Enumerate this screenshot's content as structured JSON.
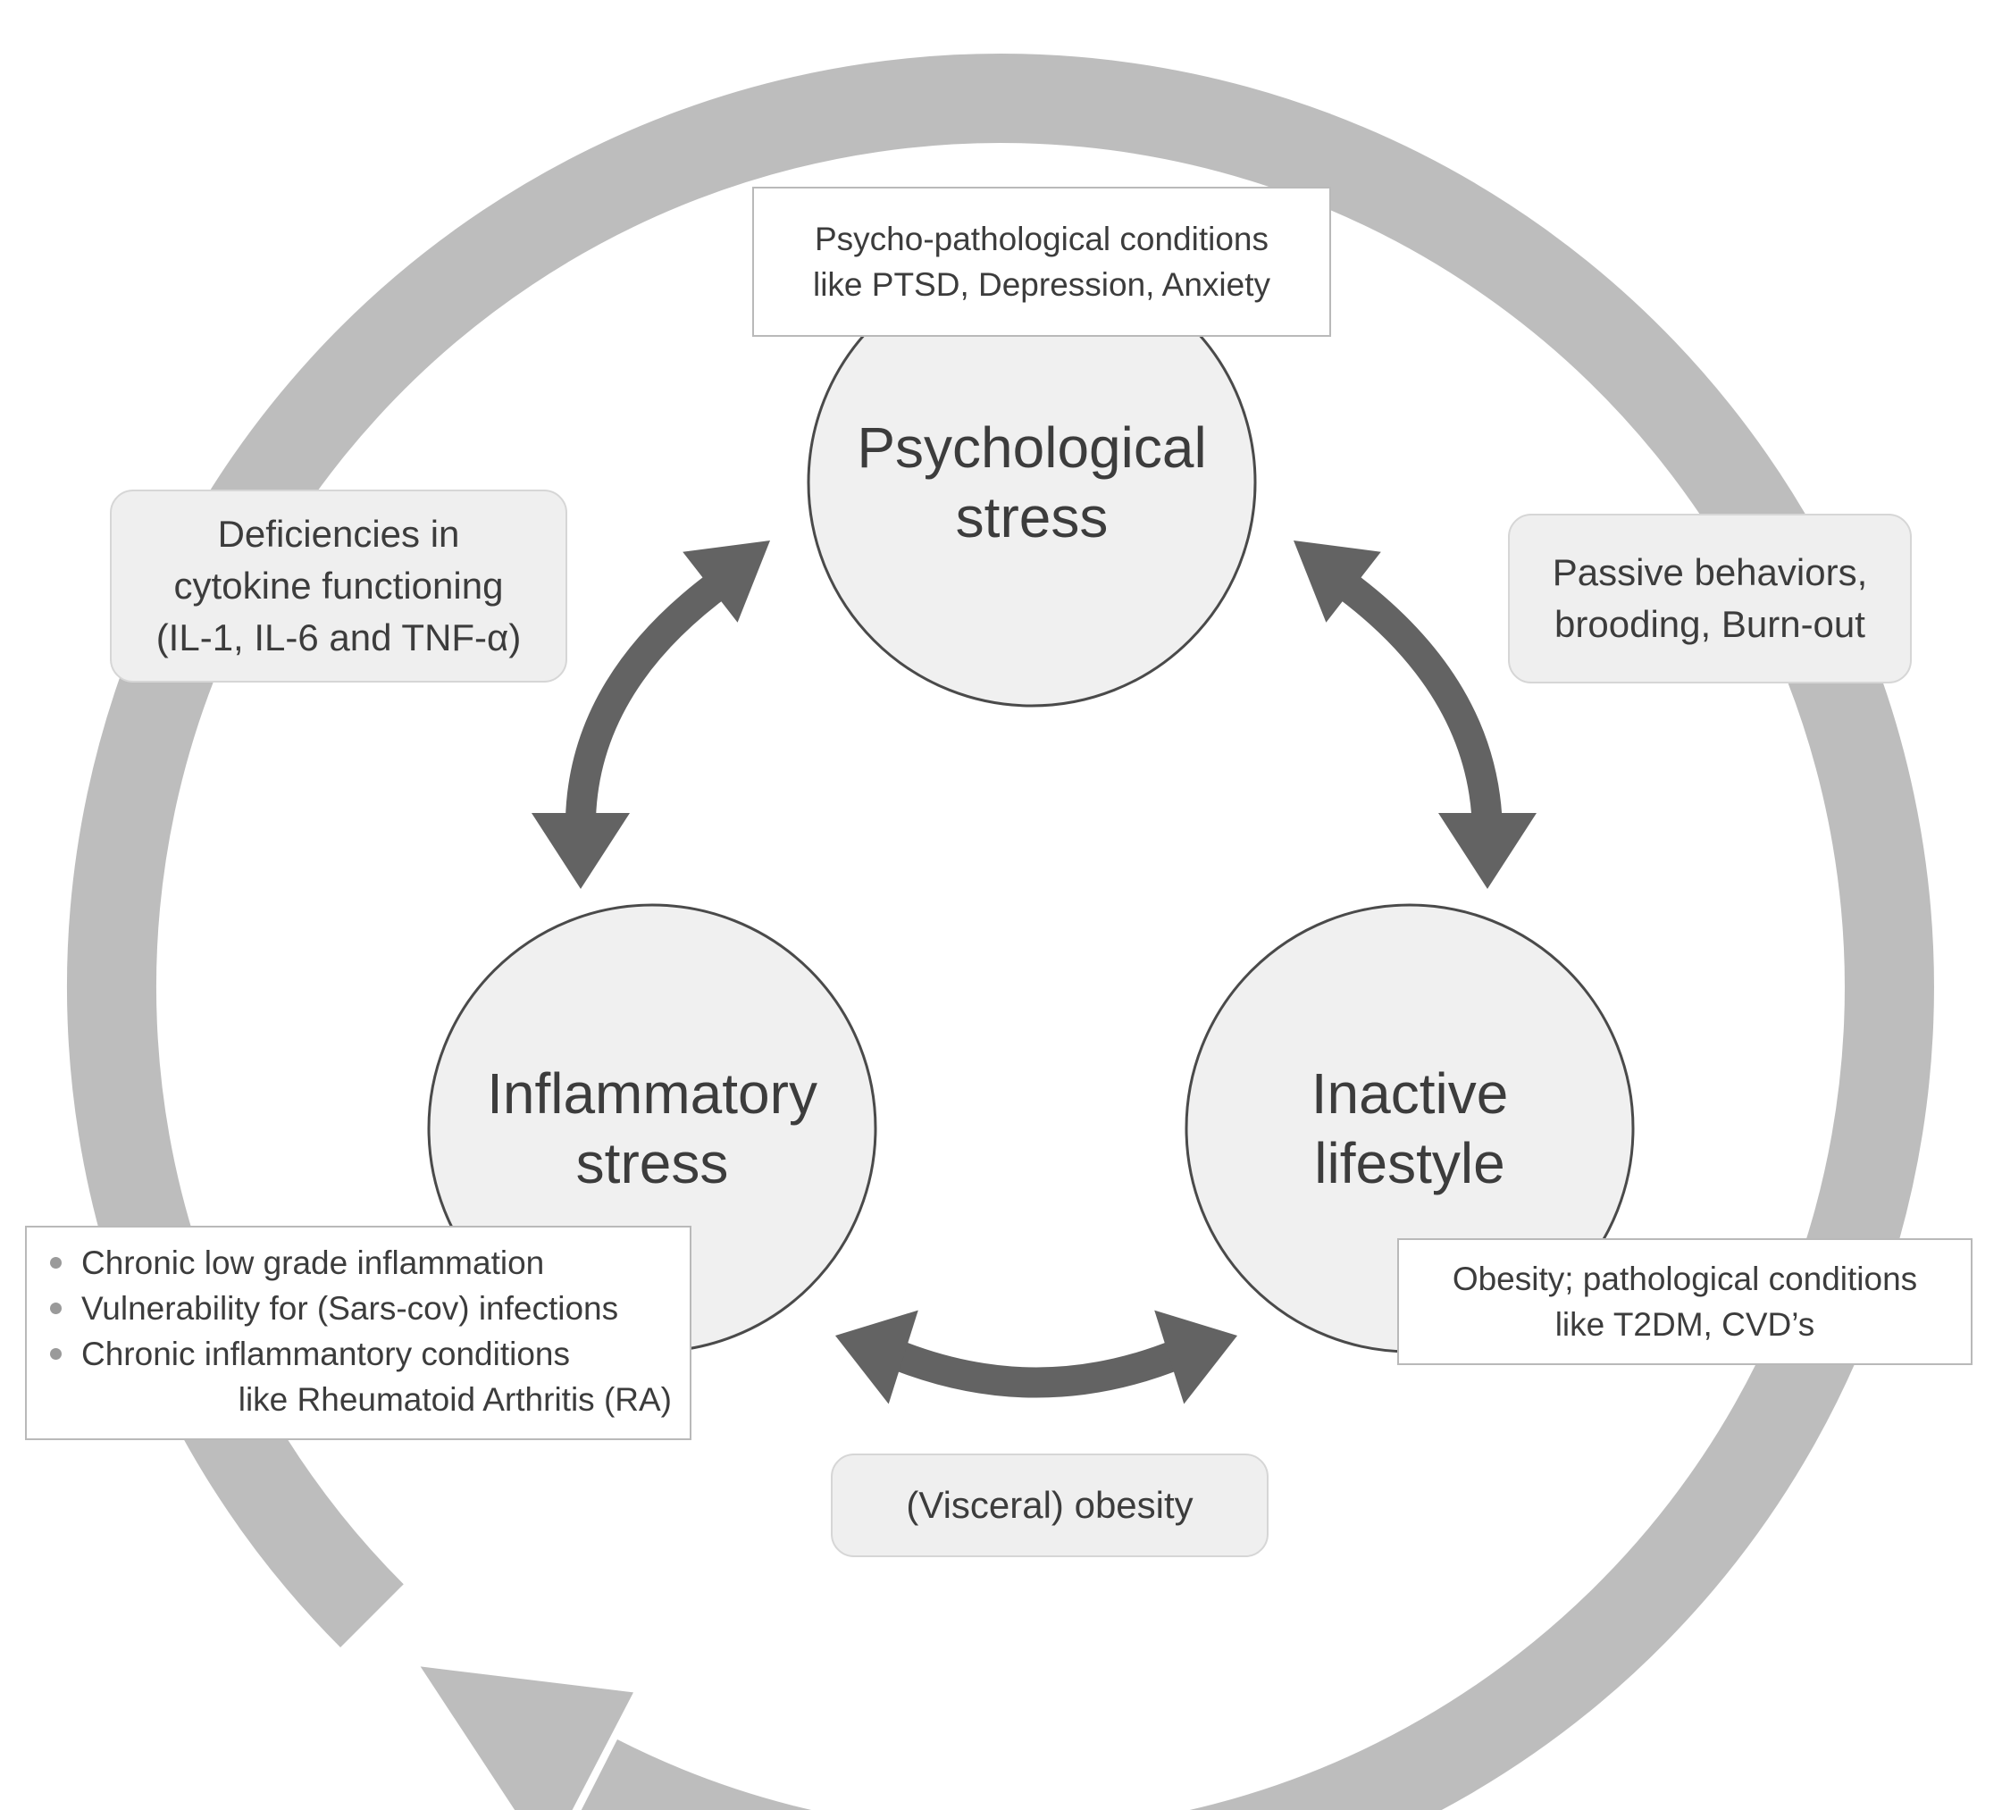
{
  "nodes": {
    "psychological": {
      "line1": "Psychological",
      "line2": "stress"
    },
    "inflammatory": {
      "line1": "Inflammatory",
      "line2": "stress"
    },
    "inactive": {
      "line1": "Inactive",
      "line2": "lifestyle"
    }
  },
  "boxes": {
    "psycho_conditions": {
      "line1": "Psycho-pathological conditions",
      "line2": "like PTSD, Depression, Anxiety"
    },
    "cytokine": {
      "line1": "Deficiencies in",
      "line2": "cytokine functioning",
      "line3": "(IL-1, IL-6 and TNF-α)"
    },
    "passive": {
      "line1": "Passive behaviors,",
      "line2": "brooding, Burn-out"
    },
    "inflammation_list": {
      "items": [
        "Chronic low grade inflammation",
        "Vulnerability for (Sars-cov) infections",
        "Chronic inflammantory conditions"
      ],
      "continuation": "like Rheumatoid Arthritis (RA)"
    },
    "obesity_conditions": {
      "line1": "Obesity; pathological conditions",
      "line2": "like T2DM, CVD’s"
    },
    "visceral": {
      "line1": "(Visceral) obesity"
    }
  },
  "colors": {
    "outer_cycle": "#bdbdbd",
    "inner_arrows": "#636363",
    "circle_fill": "#f0f0f0",
    "circle_stroke": "#4a4a4a"
  }
}
